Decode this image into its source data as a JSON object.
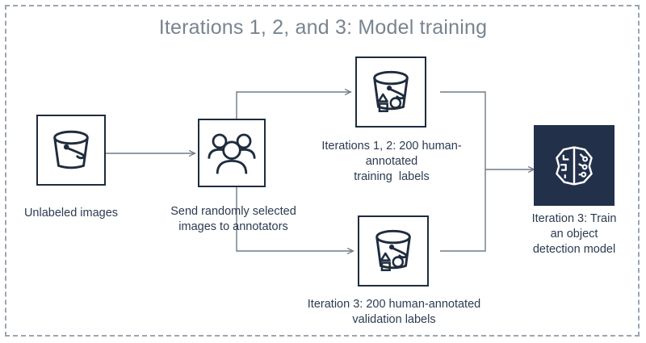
{
  "diagram": {
    "title": "Iterations 1, 2, and 3: Model training",
    "frame_style": "dashed",
    "colors": {
      "frame": "#9aa5b1",
      "title_text": "#78848f",
      "icon_stroke": "#1f2c3d",
      "caption_text": "#2b3b50",
      "model_box_fill": "#22304a",
      "model_icon": "#ffffff",
      "connector": "#6f7b87"
    },
    "nodes": [
      {
        "id": "unlabeled-images",
        "icon": "bucket-icon",
        "caption": "Unlabeled images"
      },
      {
        "id": "annotators",
        "icon": "people-group-icon",
        "caption_line1": "Send randomly selected",
        "caption_line2": "images to annotators"
      },
      {
        "id": "training-labels",
        "icon": "labeled-bucket-icon",
        "caption_line1": "Iterations 1, 2: 200 human-",
        "caption_line2": "annotated",
        "caption_line3": "training  labels"
      },
      {
        "id": "validation-labels",
        "icon": "labeled-bucket-icon",
        "caption_line1": "Iteration 3: 200 human-annotated",
        "caption_line2": "validation labels"
      },
      {
        "id": "model-training",
        "icon": "ai-brain-icon",
        "caption_line1": "Iteration 3: Train",
        "caption_line2": "an object",
        "caption_line3": "detection model"
      }
    ],
    "connectors": [
      {
        "from": "unlabeled-images",
        "to": "annotators",
        "arrow": true
      },
      {
        "from": "annotators",
        "to": "training-labels",
        "arrow": true
      },
      {
        "from": "annotators",
        "to": "validation-labels",
        "arrow": true
      },
      {
        "from": "training-labels",
        "to": "model-training",
        "arrow": true
      },
      {
        "from": "validation-labels",
        "to": "model-training",
        "arrow": true
      }
    ]
  }
}
